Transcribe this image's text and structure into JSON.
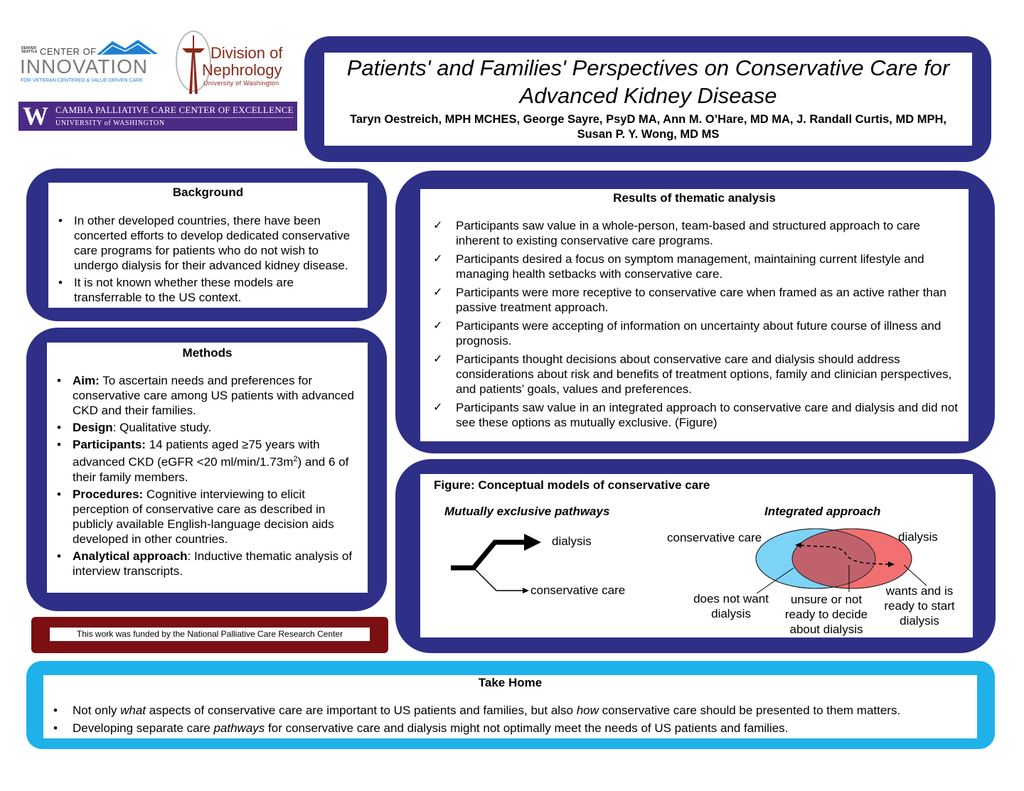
{
  "logos": {
    "coin_small": "DENVER SEATTLE",
    "coin_line1": "CENTER OF",
    "coin_line2": "INNOVATION",
    "coin_line3": "FOR VETERAN-CENTERED & VALUE-DRIVEN CARE",
    "nephro_line1": "Division of",
    "nephro_line2": "Nephrology",
    "nephro_line3": "University of Washington",
    "cambia_w": "W",
    "cambia_line1": "CAMBIA PALLIATIVE CARE CENTER OF EXCELLENCE",
    "cambia_line2": "UNIVERSITY of WASHINGTON"
  },
  "header": {
    "title_line1": "Patients' and Families' Perspectives on Conservative Care for",
    "title_line2": "Advanced Kidney Disease",
    "authors_line1": "Taryn Oestreich, MPH MCHES, George Sayre, PsyD MA, Ann M. O’Hare, MD MA, J. Randall Curtis, MD MPH,",
    "authors_line2": "Susan P. Y. Wong, MD MS"
  },
  "background": {
    "heading": "Background",
    "items": [
      "In other developed countries, there have been concerted efforts to develop dedicated conservative care programs for patients who do not wish to undergo dialysis for their advanced kidney disease.",
      "It is not known whether these models are transferrable to the US context."
    ]
  },
  "methods": {
    "heading": "Methods",
    "items": [
      {
        "label": "Aim:",
        "text": " To ascertain needs and preferences for conservative care among US patients with advanced CKD and their families."
      },
      {
        "label": "Design",
        "text": ": Qualitative study."
      },
      {
        "label": "Participants:",
        "text_a": " 14 patients aged ≥75 years with advanced CKD (eGFR <20 ml/min/1.73m",
        "sup": "2",
        "text_b": ") and 6 of their family members."
      },
      {
        "label": "Procedures:",
        "text": " Cognitive interviewing to elicit perception of conservative care as described in publicly available English-language decision aids developed in other countries."
      },
      {
        "label": "Analytical approach",
        "text": ": Inductive thematic analysis of interview transcripts."
      }
    ]
  },
  "funding": "This work was funded by the National Palliative Care Research Center",
  "results": {
    "heading": "Results of thematic analysis",
    "items": [
      "Participants saw value in a whole-person, team-based and structured approach to care inherent to existing conservative care programs.",
      "Participants desired a focus on symptom management, maintaining current lifestyle and managing health setbacks with conservative care.",
      "Participants were more receptive to conservative care when framed as an active rather than passive treatment approach.",
      "Participants were accepting of information on uncertainty about future course of illness and prognosis.",
      "Participants thought decisions about conservative care and dialysis should address considerations about risk and benefits of treatment options, family and clinician perspectives, and patients’ goals, values and preferences.",
      "Participants saw value in an integrated approach to conservative care and dialysis and did not see these options as mutually exclusive. (Figure)"
    ]
  },
  "figure": {
    "title": "Figure: Conceptual models of conservative care",
    "left_title": "Mutually exclusive pathways",
    "left_dialysis": "dialysis",
    "left_conservative": "conservative care",
    "right_title": "Integrated approach",
    "right_conservative": "conservative care",
    "right_dialysis": "dialysis",
    "label_not_want": "does not want dialysis",
    "label_unsure": "unsure or not ready to decide about dialysis",
    "label_wants": "wants and is ready to start dialysis",
    "colors": {
      "conservative": "#7dd3f5",
      "dialysis": "#f27070",
      "overlap": "#c0626e"
    }
  },
  "take_home": {
    "heading": "Take Home",
    "item1": {
      "a": "Not only ",
      "em1": "what",
      "b": " aspects of conservative care are important to US patients and families, but also ",
      "em2": "how",
      "c": " conservative care should be presented to them matters."
    },
    "item2": {
      "a": "Developing separate care ",
      "em1": "pathways",
      "b": " for conservative care and dialysis might not optimally meet the needs of US patients and families."
    }
  },
  "colors": {
    "navy": "#2e2f86",
    "maroon": "#7b0f12",
    "sky": "#1fb1ea"
  }
}
